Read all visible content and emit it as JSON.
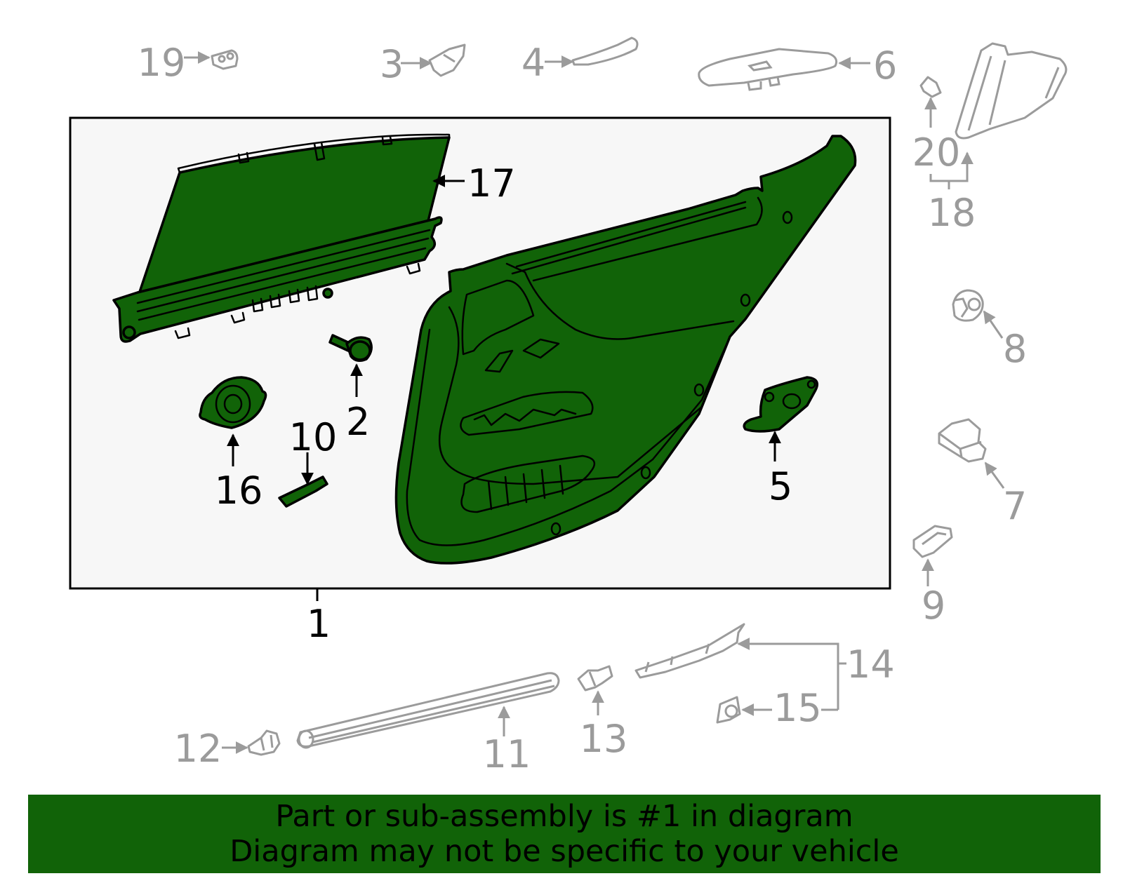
{
  "callouts": {
    "main": [
      "1",
      "2",
      "5",
      "10",
      "16",
      "17"
    ],
    "other": [
      "3",
      "4",
      "6",
      "7",
      "8",
      "9",
      "11",
      "12",
      "13",
      "14",
      "15",
      "18",
      "19",
      "20"
    ]
  },
  "footer": {
    "line1": "Part or sub-assembly is #1 in diagram",
    "line2": "Diagram may not be specific to your vehicle"
  },
  "colors": {
    "highlight": "#116308",
    "inactive": "#9b9b9b",
    "box_fill": "#f7f7f7"
  }
}
